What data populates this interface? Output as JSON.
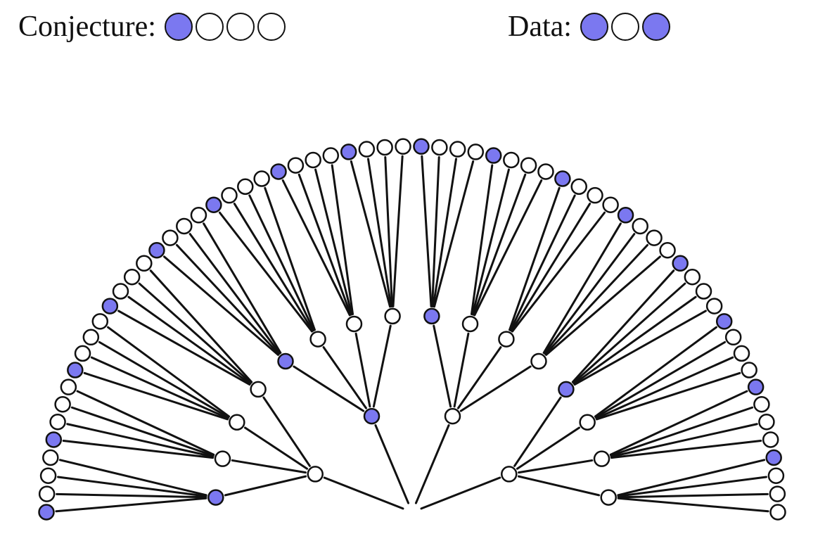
{
  "legend": {
    "conjecture": {
      "label": "Conjecture:",
      "pattern": [
        true,
        false,
        false,
        false
      ]
    },
    "data": {
      "label": "Data:",
      "pattern": [
        true,
        false,
        true
      ]
    }
  },
  "colors": {
    "filled": "#7b78f0",
    "empty": "#ffffff",
    "stroke": "#111111"
  },
  "tree": {
    "layers": [
      {
        "depth": 1,
        "branching": 4,
        "filled_pattern": [
          false,
          true,
          false,
          false
        ]
      },
      {
        "depth": 2,
        "branching": 4,
        "filled_pattern": [
          true,
          false,
          false,
          false
        ]
      },
      {
        "depth": 3,
        "branching": 4,
        "filled_pattern": [
          true,
          false,
          false,
          false
        ]
      }
    ]
  }
}
